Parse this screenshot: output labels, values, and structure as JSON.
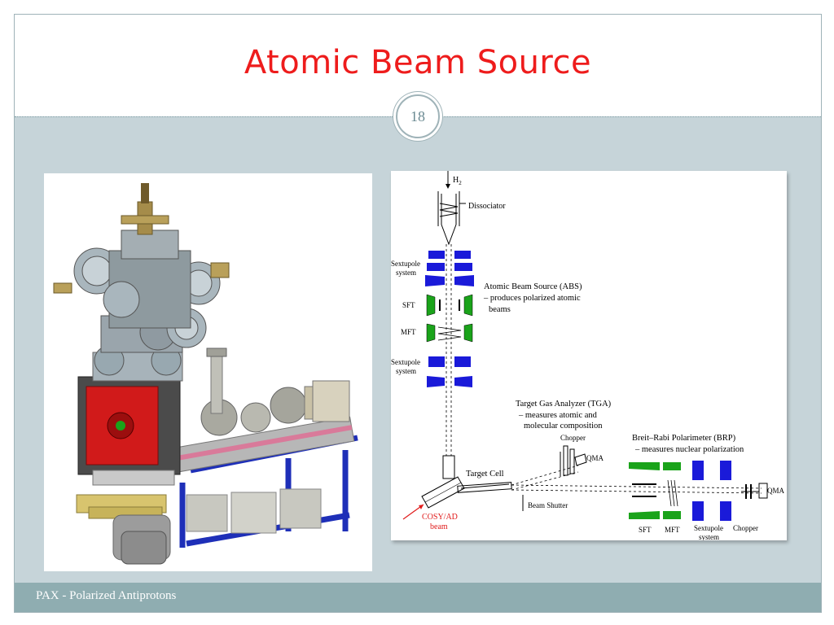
{
  "slide": {
    "title": "Atomic Beam Source",
    "number": "18",
    "footer": "PAX - Polarized Antiprotons"
  },
  "diagram": {
    "labels": {
      "h2": "H",
      "h2_sub": "2",
      "dissociator": "Dissociator",
      "sextupole_1a": "Sextupole",
      "sextupole_1b": "system",
      "sft_left": "SFT",
      "mft_left": "MFT",
      "sextupole_2a": "Sextupole",
      "sextupole_2b": "system",
      "abs_1": "Atomic Beam Source (ABS)",
      "abs_2": "– produces polarized atomic",
      "abs_3": "beams",
      "tga_1": "Target Gas Analyzer (TGA)",
      "tga_2": "– measures atomic and",
      "tga_3": "molecular composition",
      "chopper_top": "Chopper",
      "qma_top": "QMA",
      "brp_1": "Breit–Rabi Polarimeter (BRP)",
      "brp_2": "– measures nuclear polarization",
      "target_cell": "Target Cell",
      "beam_shutter": "Beam Shutter",
      "cosy_1": "COSY/AD",
      "cosy_2": "beam",
      "sft_bottom": "SFT",
      "mft_bottom": "MFT",
      "sextupole_b1": "Sextupole",
      "sextupole_b2": "system",
      "chopper_bottom": "Chopper",
      "qma_right": "QMA"
    },
    "colors": {
      "sextupole": "#1a1ad9",
      "transition": "#1aa31a",
      "cosy": "#e01a1a"
    }
  }
}
